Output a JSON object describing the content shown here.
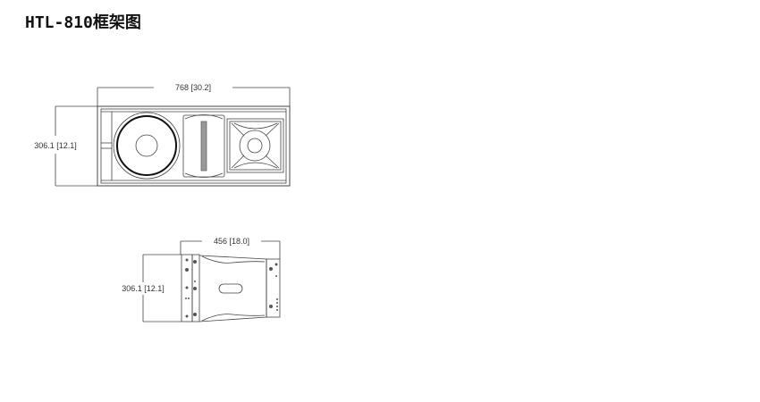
{
  "title": "HTL-810框架图",
  "front_view": {
    "width_label": "768 [30.2]",
    "height_label": "306.1 [12.1]"
  },
  "side_view": {
    "depth_label": "456 [18.0]",
    "height_label": "306.1 [12.1]"
  }
}
